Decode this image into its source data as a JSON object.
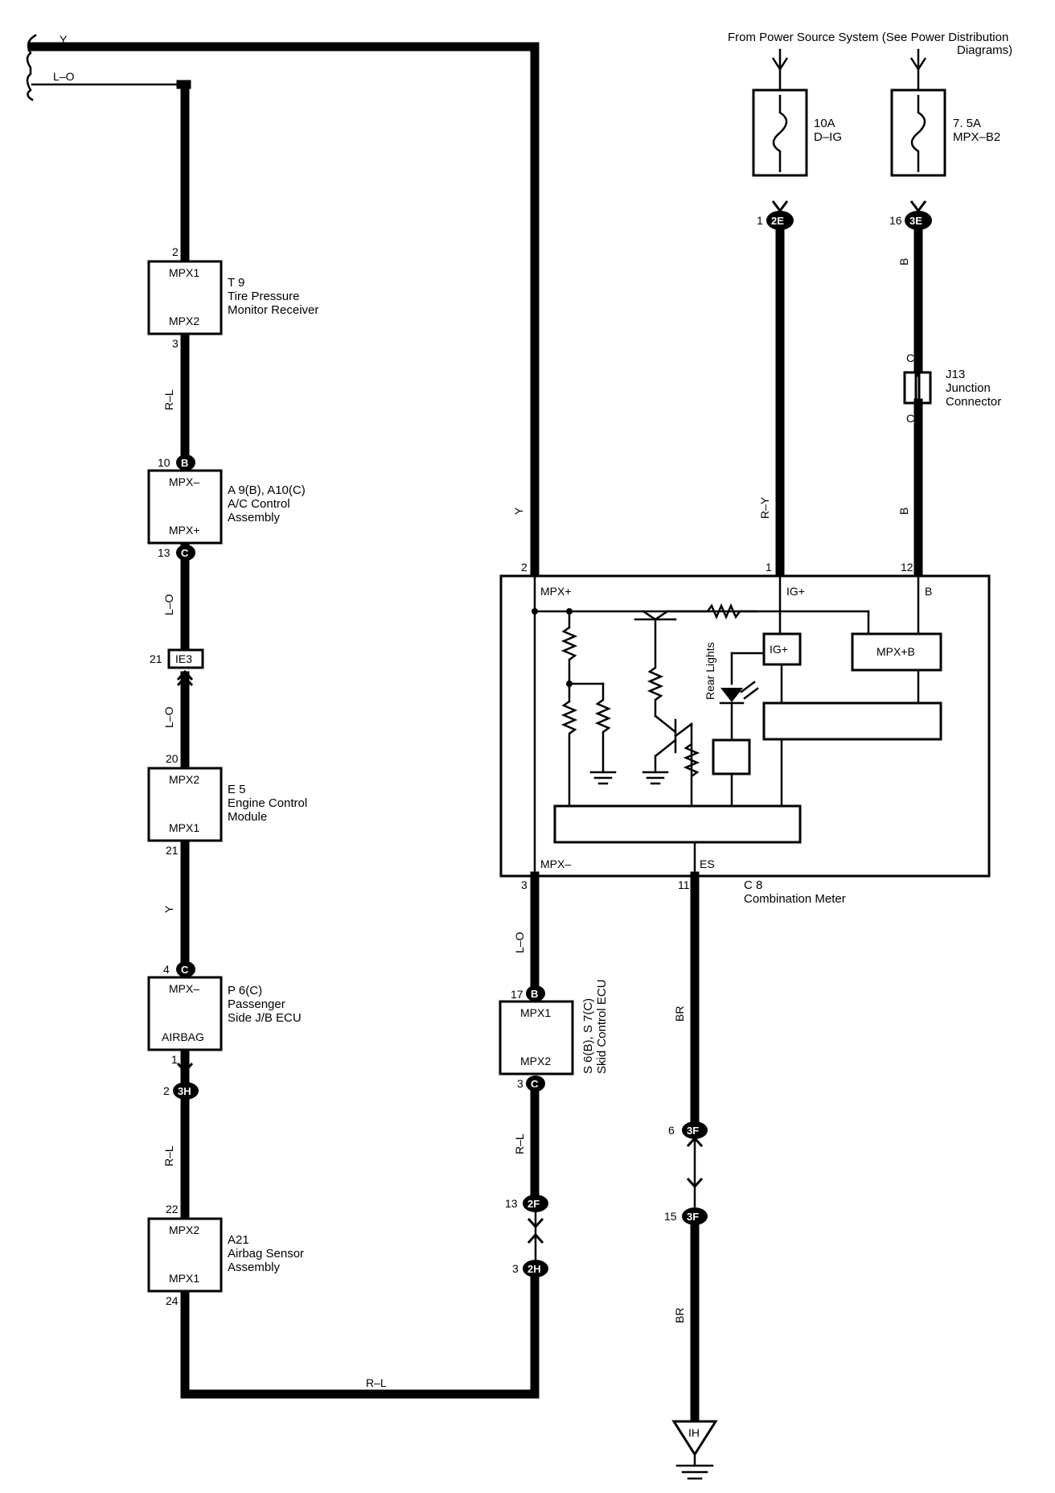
{
  "power_source": {
    "line1": "From Power Source System (See Power Distribution",
    "line2": "Diagrams)"
  },
  "fuses": [
    {
      "rating": "10A",
      "name": "D–IG"
    },
    {
      "rating": "7. 5A",
      "name": "MPX–B2"
    }
  ],
  "bus_wires": {
    "top1": "Y",
    "top2": "L–O"
  },
  "components": {
    "t9": {
      "code": "T 9",
      "name1": "Tire Pressure",
      "name2": "Monitor Receiver",
      "pin_top": "MPX1",
      "pin_bottom": "MPX2",
      "pin_top_no": "2",
      "pin_bottom_no": "3"
    },
    "a9": {
      "code": "A 9(B), A10(C)",
      "name1": "A/C Control",
      "name2": "Assembly",
      "pin_top": "MPX–",
      "pin_bottom": "MPX+",
      "pin_top_no": "10",
      "pin_bottom_no": "13",
      "conn_top": "B",
      "conn_bottom": "C"
    },
    "e5": {
      "code": "E 5",
      "name1": "Engine Control",
      "name2": "Module",
      "pin_top": "MPX2",
      "pin_bottom": "MPX1",
      "pin_top_no": "20",
      "pin_bottom_no": "21"
    },
    "p6": {
      "code": "P 6(C)",
      "name1": "Passenger",
      "name2": "Side J/B ECU",
      "pin_top": "MPX–",
      "pin_bottom": "AIRBAG",
      "pin_top_no": "4",
      "pin_bottom_no": "1",
      "conn_top": "C"
    },
    "a21": {
      "code": "A21",
      "name1": "Airbag Sensor",
      "name2": "Assembly",
      "pin_top": "MPX2",
      "pin_bottom": "MPX1",
      "pin_top_no": "22",
      "pin_bottom_no": "24"
    },
    "s6": {
      "code": "S 6(B), S 7(C)",
      "name": "Skid Control ECU",
      "pin_top": "MPX1",
      "pin_bottom": "MPX2",
      "pin_top_no": "17",
      "pin_bottom_no": "3",
      "conn_top": "B",
      "conn_bottom": "C"
    },
    "j13": {
      "code": "J13",
      "name1": "Junction",
      "name2": "Connector",
      "pin": "C"
    },
    "c8": {
      "code": "C 8",
      "name": "Combination Meter",
      "mpx_plus": "MPX+",
      "ig_plus": "IG+",
      "b": "B",
      "mpx_minus": "MPX–",
      "es": "ES",
      "ig_box": "IG+",
      "mpxb_box": "MPX+B",
      "rear_lights": "Rear Lights",
      "pin_mpx_plus": "2",
      "pin_ig": "1",
      "pin_b": "12",
      "pin_mpx_minus": "3",
      "pin_es": "11"
    }
  },
  "junctions": {
    "ie3": {
      "label": "IE3",
      "pin_no": "21"
    },
    "c2e": {
      "label": "2E",
      "pin_no": "1"
    },
    "c3e": {
      "label": "3E",
      "pin_no": "16"
    },
    "c3h": {
      "label": "3H",
      "pin_no": "2"
    },
    "c3f_a": {
      "label": "3F",
      "pin_no": "6"
    },
    "c3f_b": {
      "label": "3F",
      "pin_no": "15"
    },
    "c2f": {
      "label": "2F",
      "pin_no": "13"
    },
    "c2h": {
      "label": "2H",
      "pin_no": "3"
    },
    "ground": {
      "label": "IH"
    }
  },
  "wire_colors": {
    "rl1": "R–L",
    "lo1": "L–O",
    "lo2": "L–O",
    "y1": "Y",
    "rl2": "R–L",
    "y_main": "Y",
    "ry": "R–Y",
    "b1": "B",
    "b2": "B",
    "lo3": "L–O",
    "rl3": "R–L",
    "br1": "BR",
    "br2": "BR",
    "rl_bottom": "R–L"
  }
}
